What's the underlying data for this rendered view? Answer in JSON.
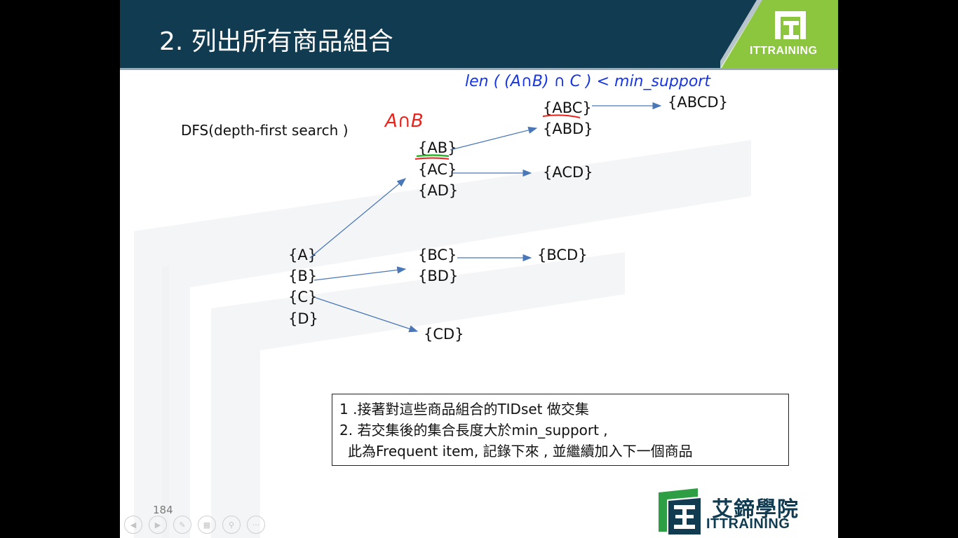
{
  "slide": {
    "title": "2. 列出所有商品組合",
    "dfs_label": "DFS(depth-first search )",
    "level1": [
      "{A}",
      "{B}",
      "{C}",
      "{D}"
    ],
    "level2": [
      "{AB}",
      "{AC}",
      "{AD}",
      "{BC}",
      "{BD}",
      "{CD}"
    ],
    "level3": [
      "{ABC}",
      "{ABD}",
      "{ACD}",
      "{BCD}"
    ],
    "level4": [
      "{ABCD}"
    ],
    "annotation_red": "A∩B",
    "annotation_blue": "len ( (A∩B) ∩ C ) < min_support",
    "note_lines": [
      "1 .接著對這些商品組合的TIDset 做交集",
      "2. 若交集後的集合長度大於min_support ,",
      "此為Frequent item, 記錄下來 , 並繼續加入下一個商品"
    ],
    "page_number": "184"
  },
  "branding": {
    "corner_logo_text": "ITTRAINING",
    "bottom_logo_cn": "艾鍗學院",
    "bottom_logo_en": "ITTRAINING",
    "colors": {
      "navy": "#113b51",
      "green": "#8cc63f",
      "arrow": "#4a77b8"
    }
  },
  "toolbar": {
    "buttons": [
      "prev-icon",
      "next-icon",
      "pen-icon",
      "slides-icon",
      "zoom-icon",
      "more-icon"
    ]
  }
}
